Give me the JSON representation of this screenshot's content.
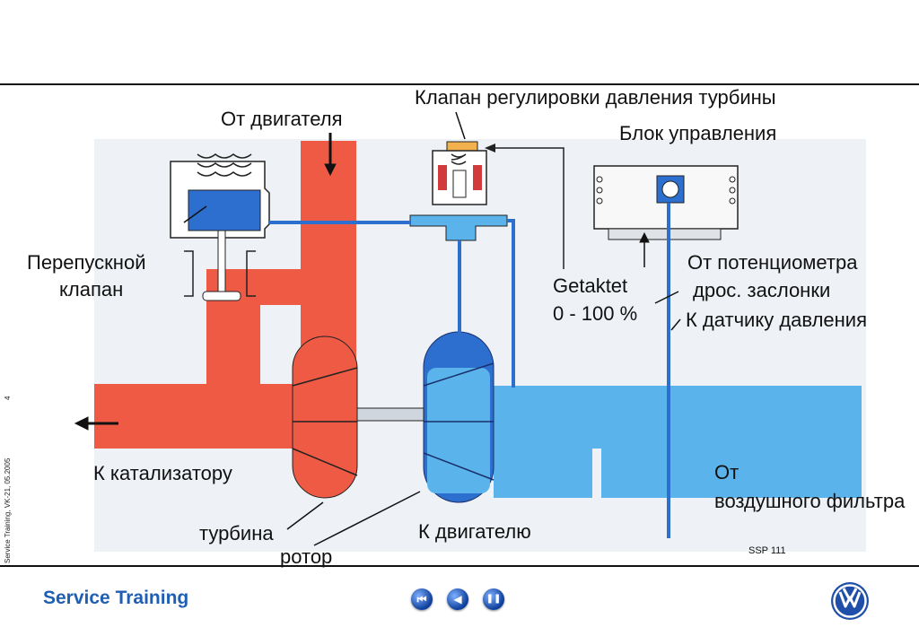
{
  "labels": {
    "valve_title": "Клапан регулировки давления турбины",
    "from_engine": "От двигателя",
    "control_unit": "Блок управления",
    "bypass_valve_l1": "Перепускной",
    "bypass_valve_l2": "клапан",
    "getaktet": "Getaktet",
    "duty_range": "0 - 100 %",
    "throttle_pot_l1": "От потенциометра",
    "throttle_pot_l2": "дрос. заслонки",
    "pressure_sensor": "К датчику давления",
    "to_catalyst": "К катализатору",
    "from_filter_l1": "От",
    "from_filter_l2": "воздушного фильтра",
    "turbine": "турбина",
    "rotor": "ротор",
    "to_engine": "К двигателю",
    "ssp": "SSP 111"
  },
  "side_text": {
    "page_num": "4",
    "course": "Service Training, VK-21, 05.2005"
  },
  "footer": {
    "title": "Service Training",
    "nav": [
      {
        "name": "nav-first-button",
        "icon": "rewind-icon",
        "glyph": "⏮"
      },
      {
        "name": "nav-prev-button",
        "icon": "back-icon",
        "glyph": "◀"
      },
      {
        "name": "nav-pause-button",
        "icon": "pause-icon",
        "glyph": "❚❚"
      }
    ],
    "logo": "vw-logo"
  },
  "colors": {
    "hot_gas": "#ef5a45",
    "hot_gas_light": "#f48b7a",
    "cold_air": "#5ab3ea",
    "cold_air_dark": "#2c6fcf",
    "brand_blue": "#1f5fb3",
    "valve_accent": "#f2b14c"
  }
}
